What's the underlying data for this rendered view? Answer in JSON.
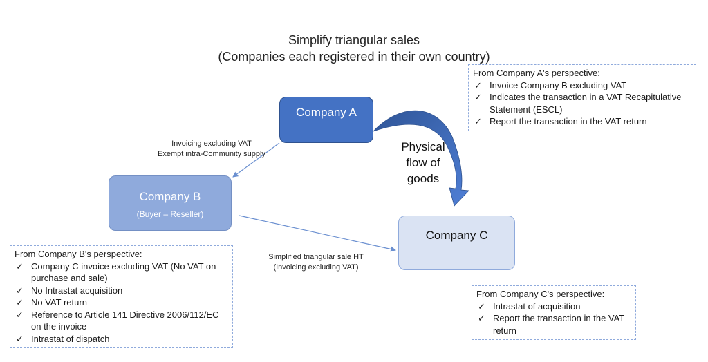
{
  "title": {
    "line1": "Simplify triangular sales",
    "line2": "(Companies each registered in their own country)"
  },
  "nodes": {
    "a": {
      "label": "Company A"
    },
    "b": {
      "label": "Company B",
      "sublabel": "(Buyer – Reseller)"
    },
    "c": {
      "label": "Company C"
    }
  },
  "edges": {
    "a_to_b": {
      "line1": "Invoicing excluding VAT",
      "line2": "Exempt intra-Community supply"
    },
    "b_to_c": {
      "line1": "Simplified triangular sale HT",
      "line2": "(Invoicing excluding VAT)"
    }
  },
  "physical_flow": {
    "line1": "Physical",
    "line2": "flow of",
    "line3": "goods"
  },
  "notes": {
    "company_a": {
      "heading": "From Company A's perspective:",
      "items": [
        "Invoice Company B excluding VAT",
        "Indicates the transaction in a VAT Recapitulative Statement (ESCL)",
        "Report the transaction in the VAT return"
      ]
    },
    "company_b": {
      "heading": "From Company B's perspective:",
      "items": [
        "Company C invoice excluding VAT (No VAT on purchase and sale)",
        "No Intrastat acquisition",
        "No VAT return",
        "Reference to Article 141 Directive 2006/112/EC on the invoice",
        "Intrastat of dispatch"
      ]
    },
    "company_c": {
      "heading": "From Company C's perspective:",
      "items": [
        "Intrastat of acquisition",
        "Report the transaction in the VAT return"
      ]
    }
  },
  "check_glyph": "✓",
  "colors": {
    "company_a": "#4472c4",
    "company_b": "#8faadc",
    "company_c": "#dae3f3",
    "arrow": "#4a72c4",
    "connector": "#6a8fd0",
    "note_border": "#8faadc"
  }
}
